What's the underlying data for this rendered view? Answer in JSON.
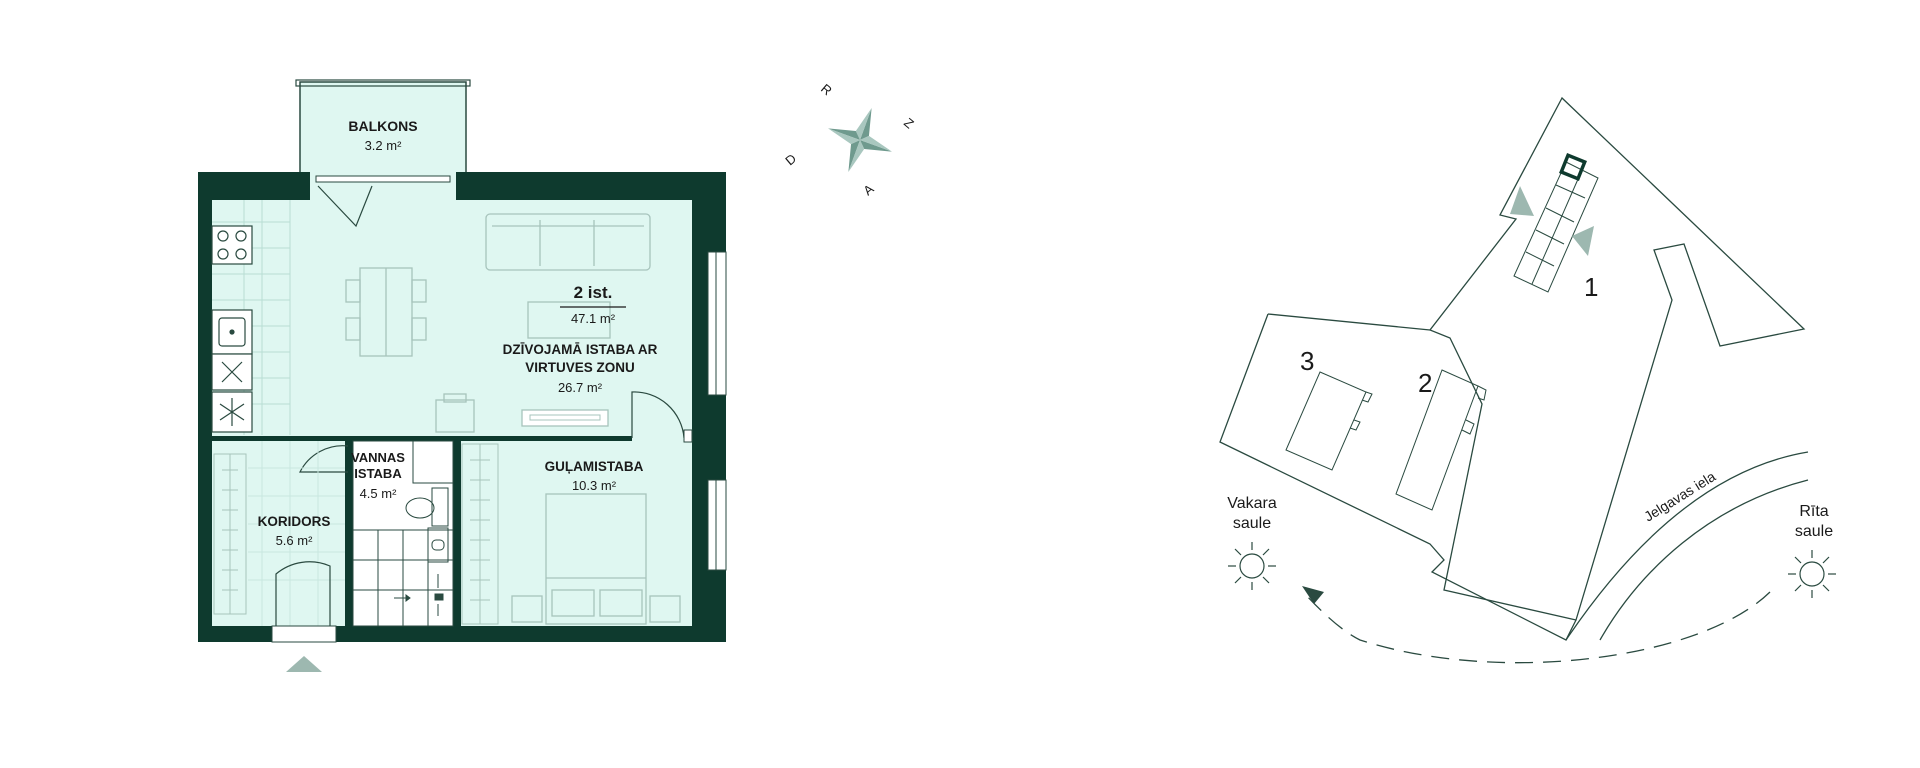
{
  "floor_plan": {
    "rooms": {
      "balcony": {
        "name": "BALKONS",
        "area": "3.2 m²"
      },
      "living": {
        "name_line1": "DZĪVOJAMĀ ISTABA AR",
        "name_line2": "VIRTUVES ZONU",
        "area": "26.7 m²"
      },
      "bathroom": {
        "name_line1": "VANNAS",
        "name_line2": "ISTABA",
        "area": "4.5 m²"
      },
      "bedroom": {
        "name": "GUĻAMISTABA",
        "area": "10.3 m²"
      },
      "corridor": {
        "name": "KORIDORS",
        "area": "5.6 m²"
      }
    },
    "apartment": {
      "rooms": "2 ist.",
      "total_area": "47.1 m²"
    }
  },
  "compass": {
    "north": "Z",
    "south": "D",
    "east": "A",
    "west": "R"
  },
  "site_plan": {
    "buildings": [
      "1",
      "2",
      "3"
    ],
    "street": "Jelgavas iela",
    "evening_sun_line1": "Vakara",
    "evening_sun_line2": "saule",
    "morning_sun_line1": "Rīta",
    "morning_sun_line2": "saule"
  },
  "colors": {
    "wall": "#0e3a2e",
    "room_fill": "#dff7f1",
    "line": "#1f4a3e",
    "accent": "#9db8b0",
    "tile": "#c9e7df"
  }
}
